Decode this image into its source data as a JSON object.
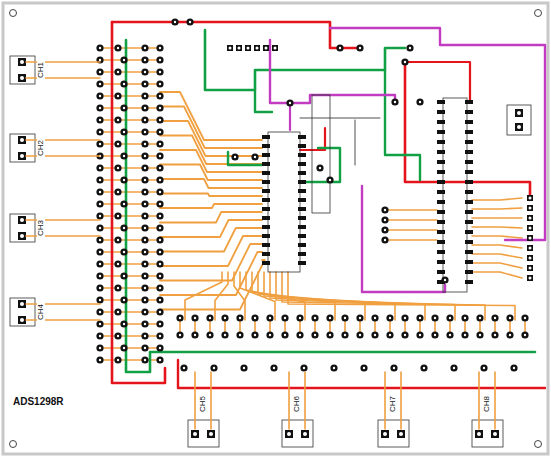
{
  "diagram": {
    "labels": [
      "CH1",
      "CH2",
      "CH3",
      "CH4",
      "ADS1298R",
      "CH5",
      "CH6",
      "CH7",
      "CH8"
    ]
  }
}
